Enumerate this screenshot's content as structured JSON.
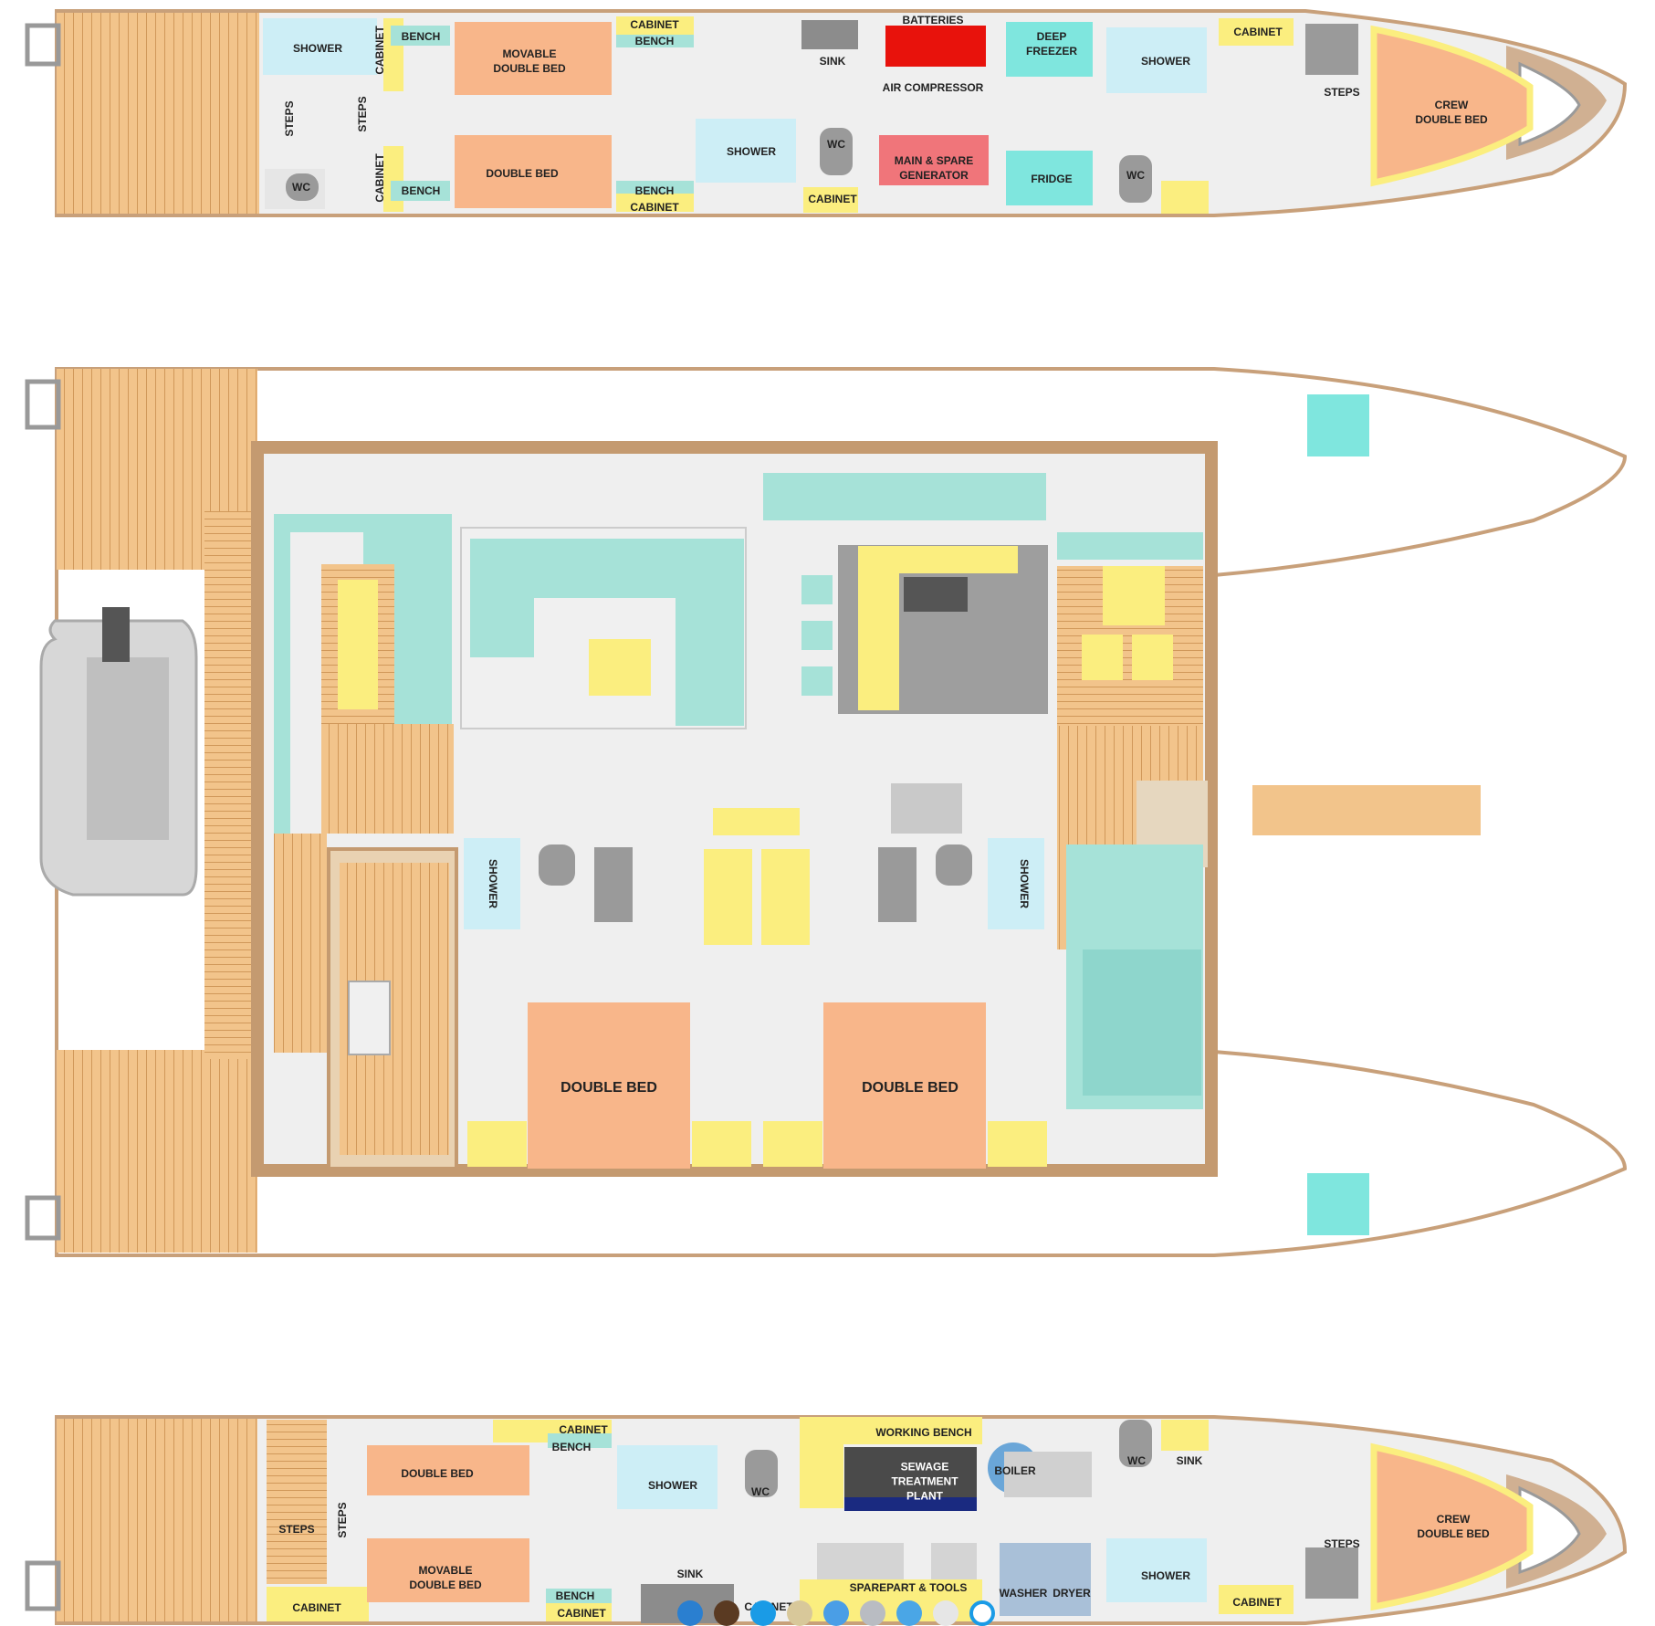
{
  "colors": {
    "deck_wood": "#f2c48b",
    "deck_line": "#c4894a",
    "hull_outline": "#c8a07a",
    "bed": "#f8b68a",
    "cabinet": "#fbee7f",
    "shower": "#cdeef6",
    "aqua": "#a6e2d8",
    "floor": "#efefef",
    "batteries": "#e8120c",
    "generator": "#f0757a",
    "grey_fixture": "#8c8c8c",
    "sewage": "#4a4a4a",
    "boiler": "#6aa6d8",
    "washer": "#a9c0d8",
    "dot_active": "#1a9be6"
  },
  "top_deck": {
    "shower_1": "SHOWER",
    "cabinet_1": "CABINET",
    "steps_1": "STEPS",
    "steps_2": "STEPS",
    "wc_1": "WC",
    "cabinet_2": "CABINET",
    "bench_1": "BENCH",
    "bench_2": "BENCH",
    "movable_bed": "MOVABLE\nDOUBLE BED",
    "double_bed": "DOUBLE BED",
    "cabinet_3": "CABINET",
    "bench_3": "BENCH",
    "bench_4": "BENCH",
    "cabinet_4": "CABINET",
    "sink": "SINK",
    "shower_2": "SHOWER",
    "wc_2": "WC",
    "cabinet_5": "CABINET",
    "batteries": "BATTERIES",
    "air_compressor": "AIR COMPRESSOR",
    "generator": "MAIN & SPARE\nGENERATOR",
    "deep_freezer": "DEEP\nFREEZER",
    "fridge": "FRIDGE",
    "shower_3": "SHOWER",
    "wc_3": "WC",
    "cabinet_6": "CABINET",
    "steps_3": "STEPS",
    "crew_bed": "CREW\nDOUBLE BED"
  },
  "main_deck": {
    "shower_left": "SHOWER",
    "shower_right": "SHOWER",
    "bed_left": "DOUBLE BED",
    "bed_right": "DOUBLE BED"
  },
  "bottom_deck": {
    "steps_1": "STEPS",
    "steps_2": "STEPS",
    "cabinet_1": "CABINET",
    "double_bed": "DOUBLE BED",
    "movable_bed": "MOVABLE\nDOUBLE BED",
    "cabinet_2": "CABINET",
    "bench_1": "BENCH",
    "bench_2": "BENCH",
    "cabinet_3": "CABINET",
    "shower_1": "SHOWER",
    "wc_1": "WC",
    "sink_1": "SINK",
    "cabinet_4": "CABINET",
    "working_bench": "WORKING BENCH",
    "sewage": "SEWAGE\nTREATMENT\nPLANT",
    "boiler": "BOILER",
    "sparepart": "SPAREPART & TOOLS",
    "washer": "WASHER",
    "dryer": "DRYER",
    "wc_2": "WC",
    "sink_2": "SINK",
    "shower_2": "SHOWER",
    "cabinet_5": "CABINET",
    "steps_3": "STEPS",
    "crew_bed": "CREW\nDOUBLE BED"
  },
  "carousel": {
    "count": 9,
    "active_index": 8,
    "thumb_colors": [
      "#2a7fd0",
      "#5a3a22",
      "#1a9be6",
      "#d8c89a",
      "#4a9ee6",
      "#b9bcc2",
      "#4aa6e6",
      "#e6e6e6",
      "#ffffff"
    ]
  }
}
